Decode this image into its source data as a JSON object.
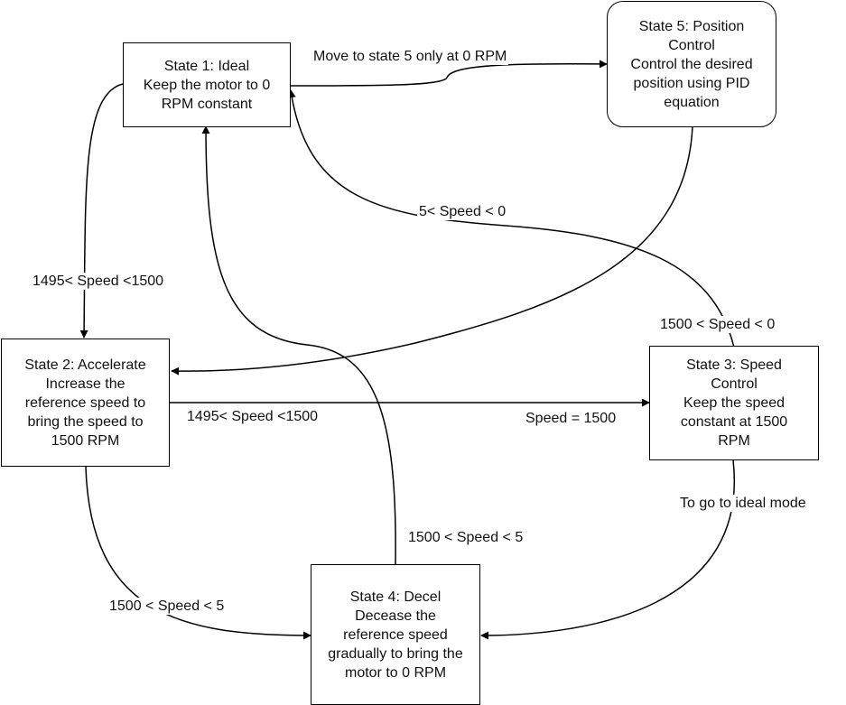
{
  "states": {
    "s1": {
      "lines": [
        "State 1: Ideal",
        "Keep the motor to 0",
        "RPM constant"
      ]
    },
    "s2": {
      "lines": [
        "State 2: Accelerate",
        "Increase the",
        "reference speed to",
        "bring the speed to",
        "1500 RPM"
      ]
    },
    "s3": {
      "lines": [
        "State 3: Speed",
        "Control",
        "Keep the speed",
        "constant at 1500",
        "RPM"
      ]
    },
    "s4": {
      "lines": [
        "State 4: Decel",
        "Decease the",
        "reference speed",
        "gradually to bring the",
        "motor to 0 RPM"
      ]
    },
    "s5": {
      "lines": [
        "State 5: Position",
        "Control",
        "Control the desired",
        "position using PID",
        "equation"
      ]
    }
  },
  "transitions": {
    "s1_to_s5": "Move to state 5 only at 0 RPM",
    "s3_to_s1": "5<  Speed < 0",
    "s1_to_s2": "1495< Speed <1500",
    "s3_to_s1_alt": "1500 < Speed < 0",
    "s2_to_s3_left": "1495< Speed <1500",
    "s2_to_s3_right": "Speed = 1500",
    "s3_to_s4": "To go to ideal mode",
    "s4_to_s1": "1500 <  Speed < 5",
    "s2_to_s4": "1500 <  Speed < 5"
  }
}
